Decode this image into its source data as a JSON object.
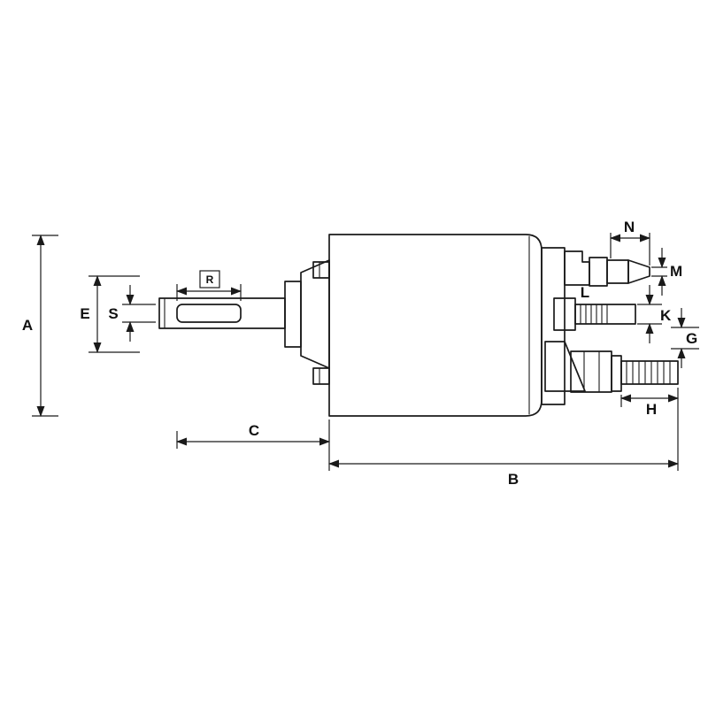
{
  "figure": {
    "background_color": "#ffffff",
    "line_color": "#1a1a1a",
    "dimension_labels": {
      "A": "A",
      "B": "B",
      "C": "C",
      "E": "E",
      "S": "S",
      "R": "R",
      "N": "N",
      "M": "M",
      "L": "L",
      "K": "K",
      "G": "G",
      "H": "H"
    }
  }
}
